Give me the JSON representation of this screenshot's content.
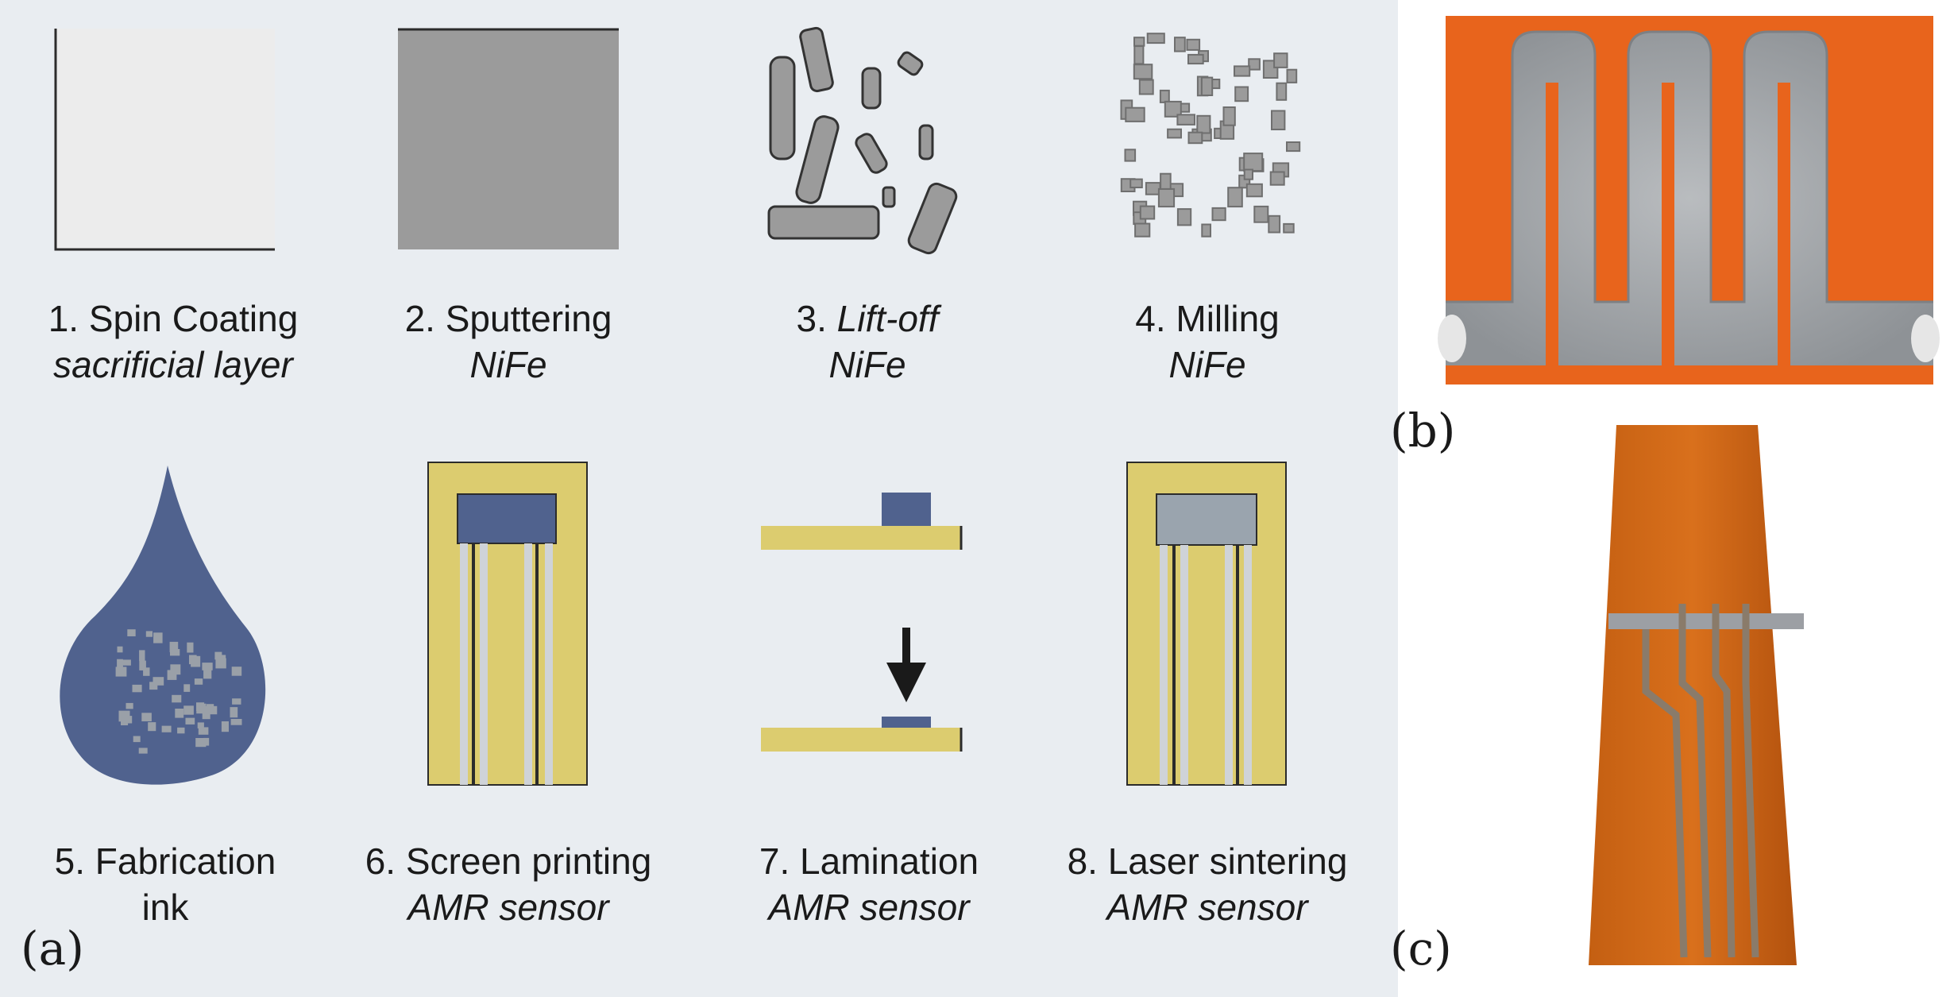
{
  "steps": [
    {
      "number": "1.",
      "title": "Spin Coating",
      "subtitle": "sacrificial layer"
    },
    {
      "number": "2.",
      "title": "Sputtering",
      "subtitle": "NiFe"
    },
    {
      "number": "3.",
      "title": "Lift-off",
      "subtitle": "NiFe"
    },
    {
      "number": "4.",
      "title": "Milling",
      "subtitle": "NiFe"
    },
    {
      "number": "5.",
      "title": "Fabrication",
      "subtitle": "ink"
    },
    {
      "number": "6.",
      "title": "Screen printing",
      "subtitle": "AMR sensor"
    },
    {
      "number": "7.",
      "title": "Lamination",
      "subtitle": "AMR sensor"
    },
    {
      "number": "8.",
      "title": "Laser sintering",
      "subtitle": "AMR sensor"
    }
  ],
  "panel_labels": {
    "a": "(a)",
    "b": "(b)",
    "c": "(c)"
  },
  "colors": {
    "background": "#e9edf1",
    "sacrificial": "#ececec",
    "nife": "#9b9b9b",
    "ink": "#50628e",
    "substrate": "#dccc6f",
    "sintered": "#9aa4ae",
    "orange_backdrop": "#e8641c",
    "kapton": "#b85a12"
  }
}
